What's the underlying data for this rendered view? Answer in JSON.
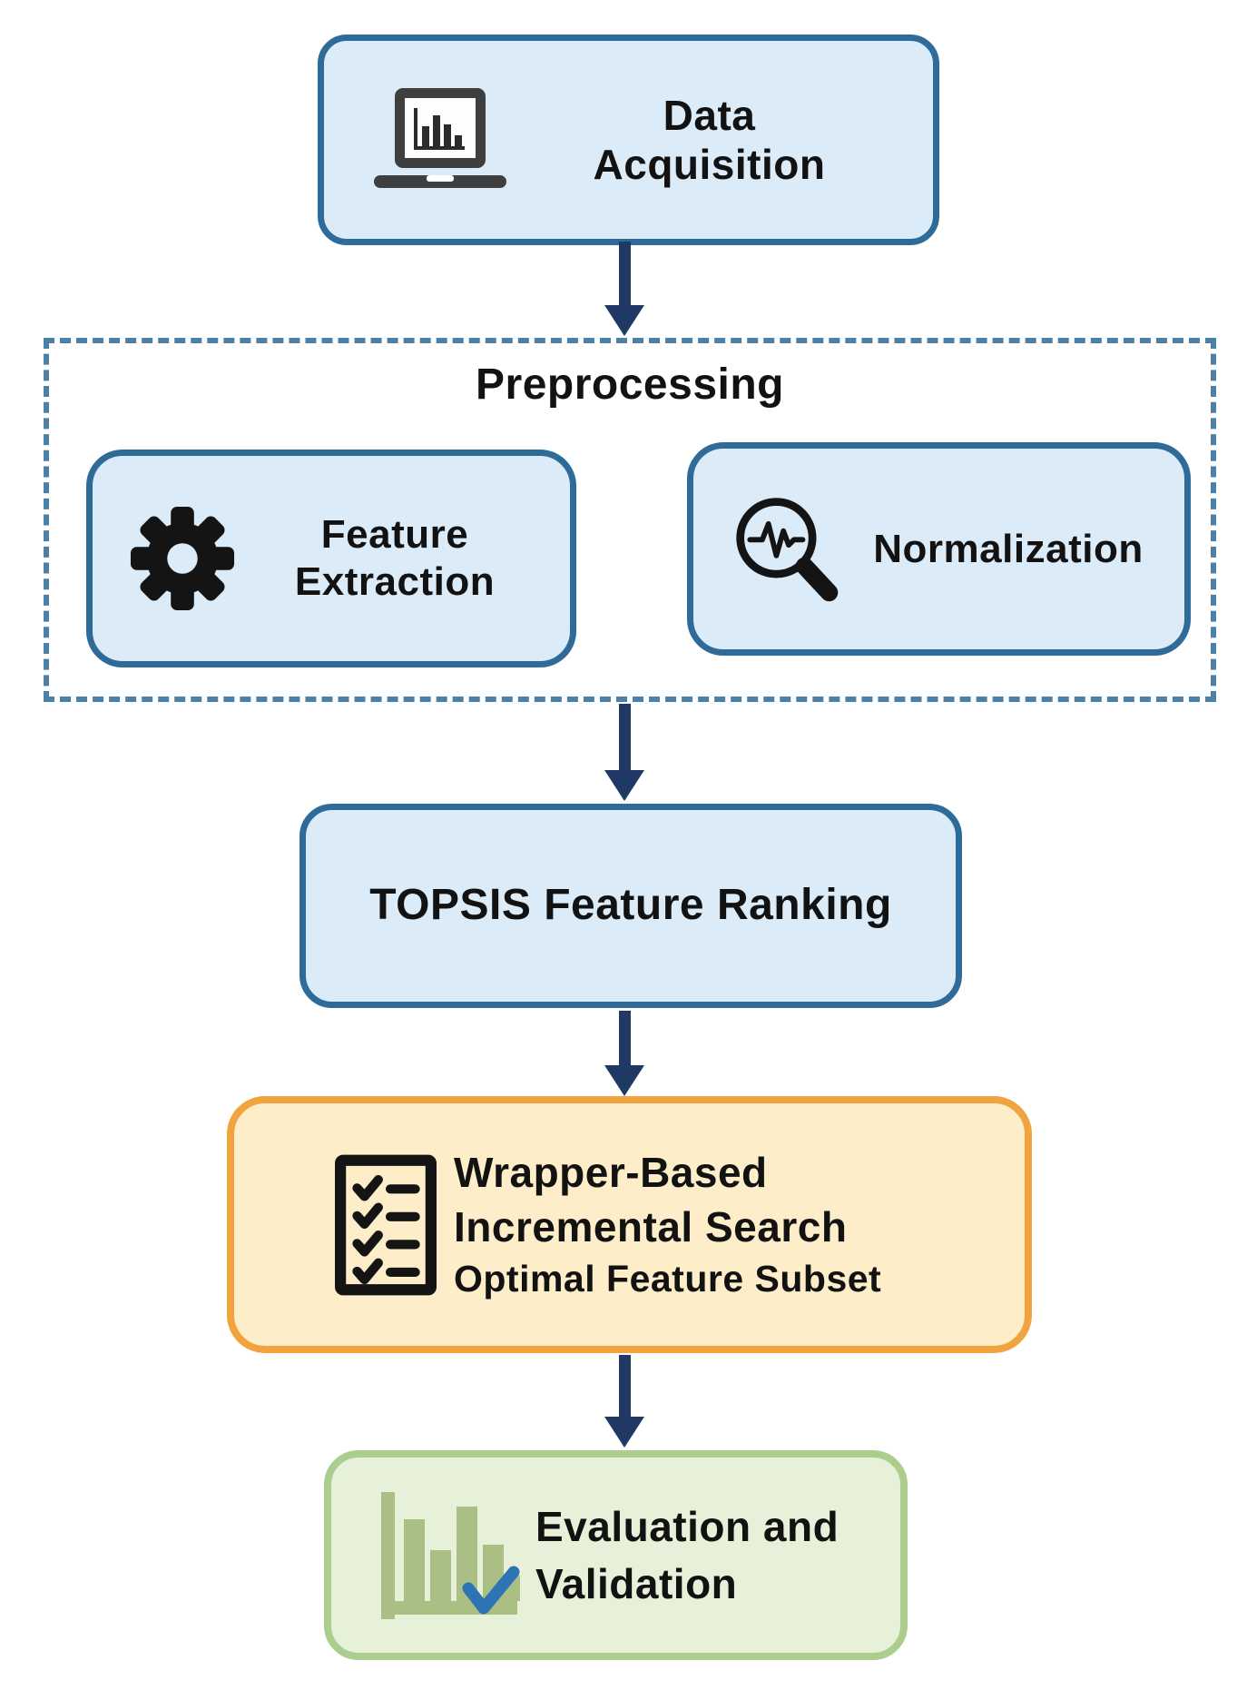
{
  "diagram": {
    "heading_preprocessing": "Preprocessing",
    "nodes": {
      "data_acquisition": {
        "line1": "Data",
        "line2": "Acquisition",
        "icon": "laptop-chart-icon",
        "fill": "#dcebf8",
        "border": "#2e6b99"
      },
      "feature_extraction": {
        "line1": "Feature",
        "line2": "Extraction",
        "icon": "gear-icon",
        "fill": "#dcebf8",
        "border": "#2e6b99"
      },
      "normalization": {
        "label": "Normalization",
        "icon": "magnifier-waveform-icon",
        "fill": "#dcebf8",
        "border": "#2e6b99"
      },
      "topsis": {
        "label": "TOPSIS Feature Ranking",
        "fill": "#dcebf8",
        "border": "#2e6b99"
      },
      "wrapper_search": {
        "line1": "Wrapper-Based",
        "line2": "Incremental Search",
        "line3": "Optimal Feature Subset",
        "icon": "checklist-icon",
        "fill": "#fdedc8",
        "border": "#f0a33e"
      },
      "evaluation": {
        "line1": "Evaluation and",
        "line2": "Validation",
        "icon": "bar-chart-check-icon",
        "fill": "#e7f1da",
        "border": "#abce8e"
      }
    },
    "edges": [
      {
        "from": "data_acquisition",
        "to": "preprocessing"
      },
      {
        "from": "preprocessing",
        "to": "topsis"
      },
      {
        "from": "topsis",
        "to": "wrapper_search"
      },
      {
        "from": "wrapper_search",
        "to": "evaluation"
      }
    ],
    "colors": {
      "arrow": "#203864",
      "text": "#121212",
      "icon_black": "#141414",
      "laptop_gray": "#3f3f3f",
      "chart_green": "#a9bf83",
      "check_blue": "#2e74b5",
      "dashed_border": "#4d80a6"
    }
  }
}
